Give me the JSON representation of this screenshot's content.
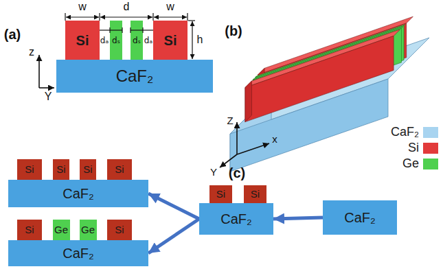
{
  "diagram": {
    "nodes": [
      {
        "text": [
          "Si"
        ]
      },
      {
        "text": [
          "Si"
        ]
      },
      {
        "text": [
          "CaF₂"
        ]
      },
      {
        "text": [
          "Si"
        ]
      },
      {
        "text": [
          "Si"
        ]
      },
      {
        "text": [
          "Si"
        ]
      },
      {
        "text": [
          "Si"
        ]
      },
      {
        "text": [
          "CaF₂"
        ]
      },
      {
        "text": [
          "Si"
        ]
      },
      {
        "text": [
          "Si"
        ]
      },
      {
        "text": [
          "CaF₂"
        ]
      },
      {
        "text": [
          "CaF₂"
        ]
      },
      {
        "text": [
          "Si"
        ]
      },
      {
        "text": [
          "Ge"
        ]
      },
      {
        "text": [
          "Ge"
        ]
      },
      {
        "text": [
          "Si"
        ]
      },
      {
        "text": [
          "CaF₂"
        ]
      }
    ],
    "edges": [
      {
        "from": 11,
        "to": 10,
        "arrow": "to"
      },
      {
        "from": 10,
        "to": 7,
        "arrow": "to"
      },
      {
        "from": 10,
        "to": 16,
        "arrow": "to"
      }
    ],
    "labels": [
      "(a)",
      "w",
      "d",
      "w",
      "dₐ",
      "dₛ",
      "dₛ",
      "dₐ",
      "h",
      "z",
      "Y",
      "(b)",
      "Z",
      "Y",
      "x",
      "(c)"
    ],
    "legend": [
      {
        "text": "CaF₂",
        "color": "#a8d4f0"
      },
      {
        "text": "Si",
        "color": "#e23b3b"
      },
      {
        "text": "Ge",
        "color": "#4fd04f"
      }
    ]
  }
}
